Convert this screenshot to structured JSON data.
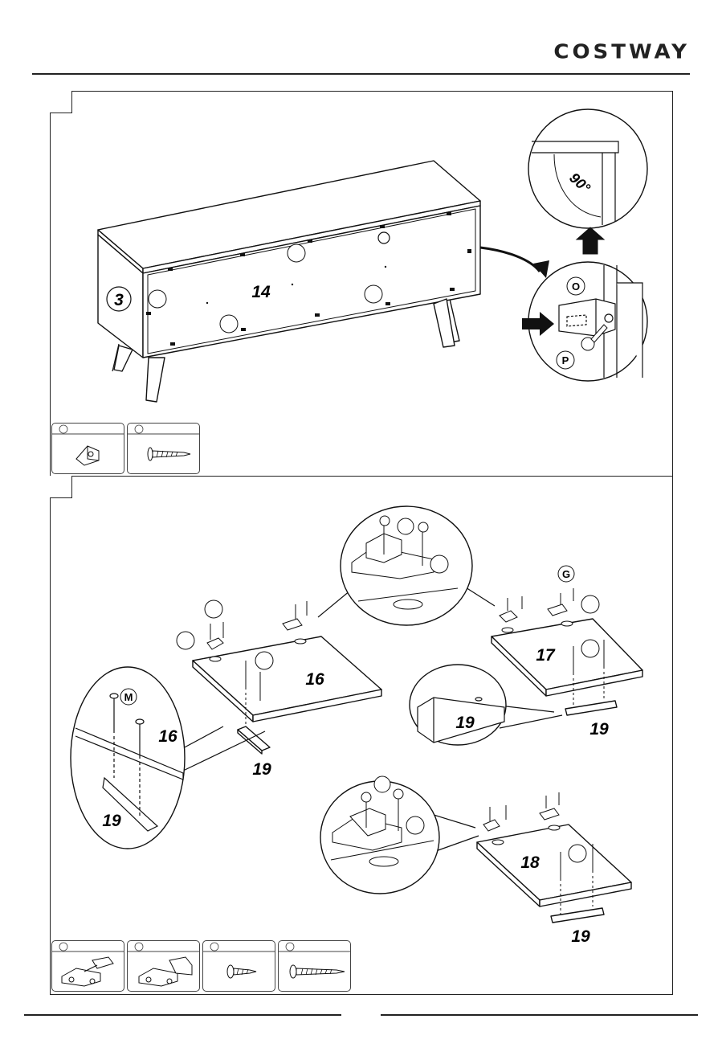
{
  "brand": "COSTWAY",
  "step1": {
    "labels": {
      "panel_side": "3",
      "panel_back": "14",
      "angle": "90°",
      "detail_o": "O",
      "detail_p": "P"
    }
  },
  "step2": {
    "labels": {
      "door_a": "16",
      "door_b": "17",
      "door_c": "18",
      "handle": "19",
      "detail_m": "M",
      "detail_g": "G"
    }
  }
}
